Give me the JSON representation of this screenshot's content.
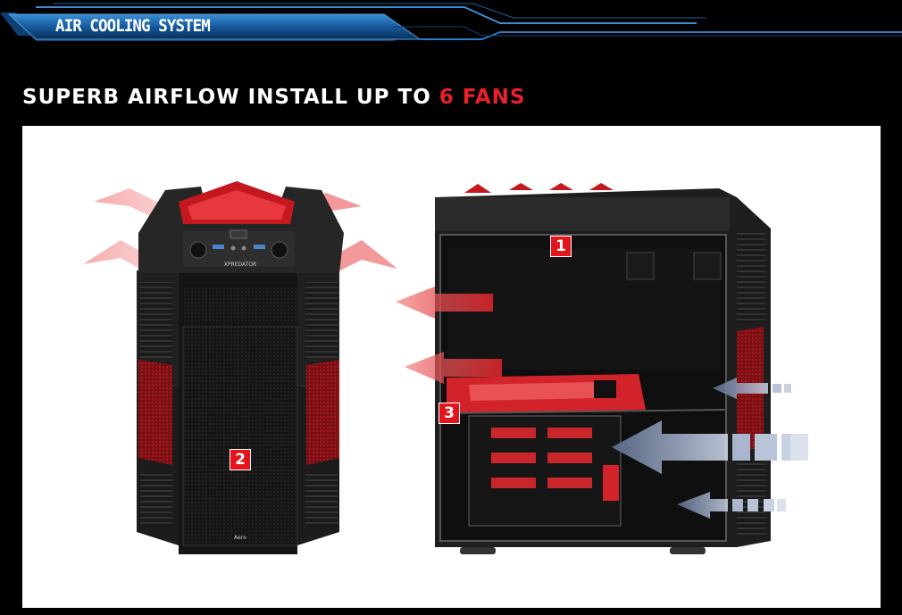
{
  "banner": {
    "title": "AIR COOLING SYSTEM"
  },
  "headline": {
    "prefix": "SUPERB AIRFLOW INSTALL UP TO ",
    "highlight": "6 FANS"
  },
  "front_case": {
    "brand_text": "XPREDATOR",
    "logo_text": "Aero"
  },
  "badges": {
    "one": "1",
    "two": "2",
    "three": "3"
  },
  "colors": {
    "accent": "#e8202a",
    "banner_blue": "#1c6fb8",
    "case_body": "#1c1c1c"
  }
}
